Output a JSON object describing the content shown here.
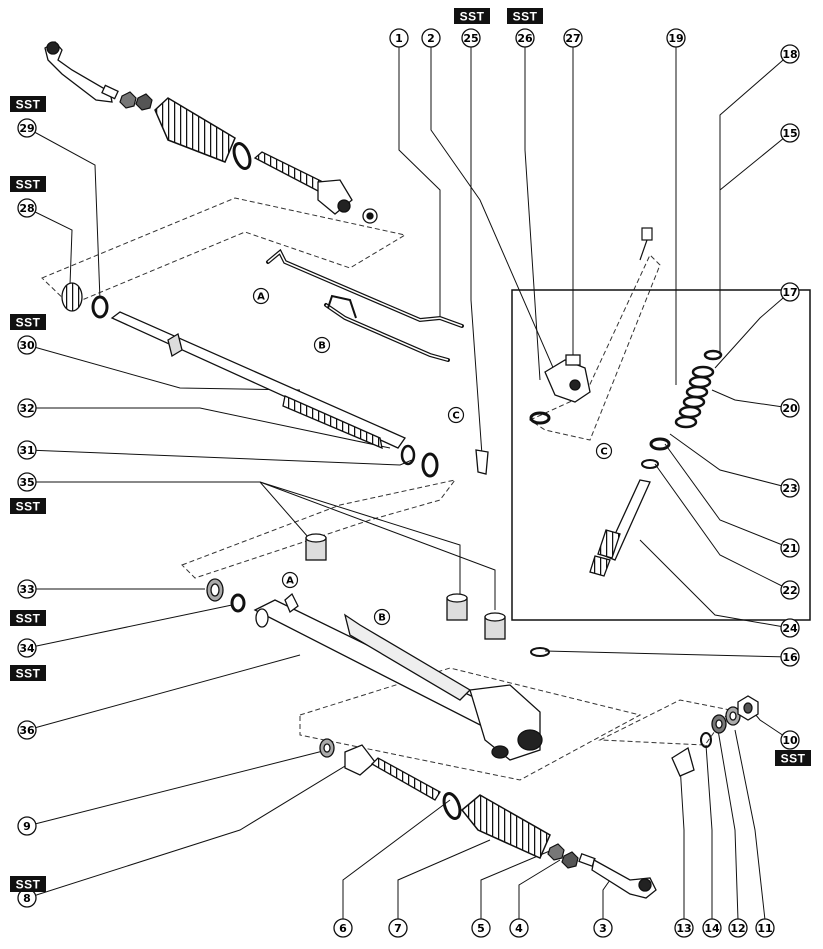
{
  "diagram": {
    "callouts": [
      "1",
      "2",
      "3",
      "4",
      "5",
      "6",
      "7",
      "8",
      "9",
      "10",
      "11",
      "12",
      "13",
      "14",
      "15",
      "16",
      "17",
      "18",
      "19",
      "20",
      "21",
      "22",
      "23",
      "24",
      "25",
      "26",
      "27",
      "28",
      "29",
      "30",
      "31",
      "32",
      "33",
      "34",
      "35",
      "36"
    ],
    "sst_label": "SST",
    "connection_labels": [
      "A",
      "B",
      "C"
    ]
  }
}
